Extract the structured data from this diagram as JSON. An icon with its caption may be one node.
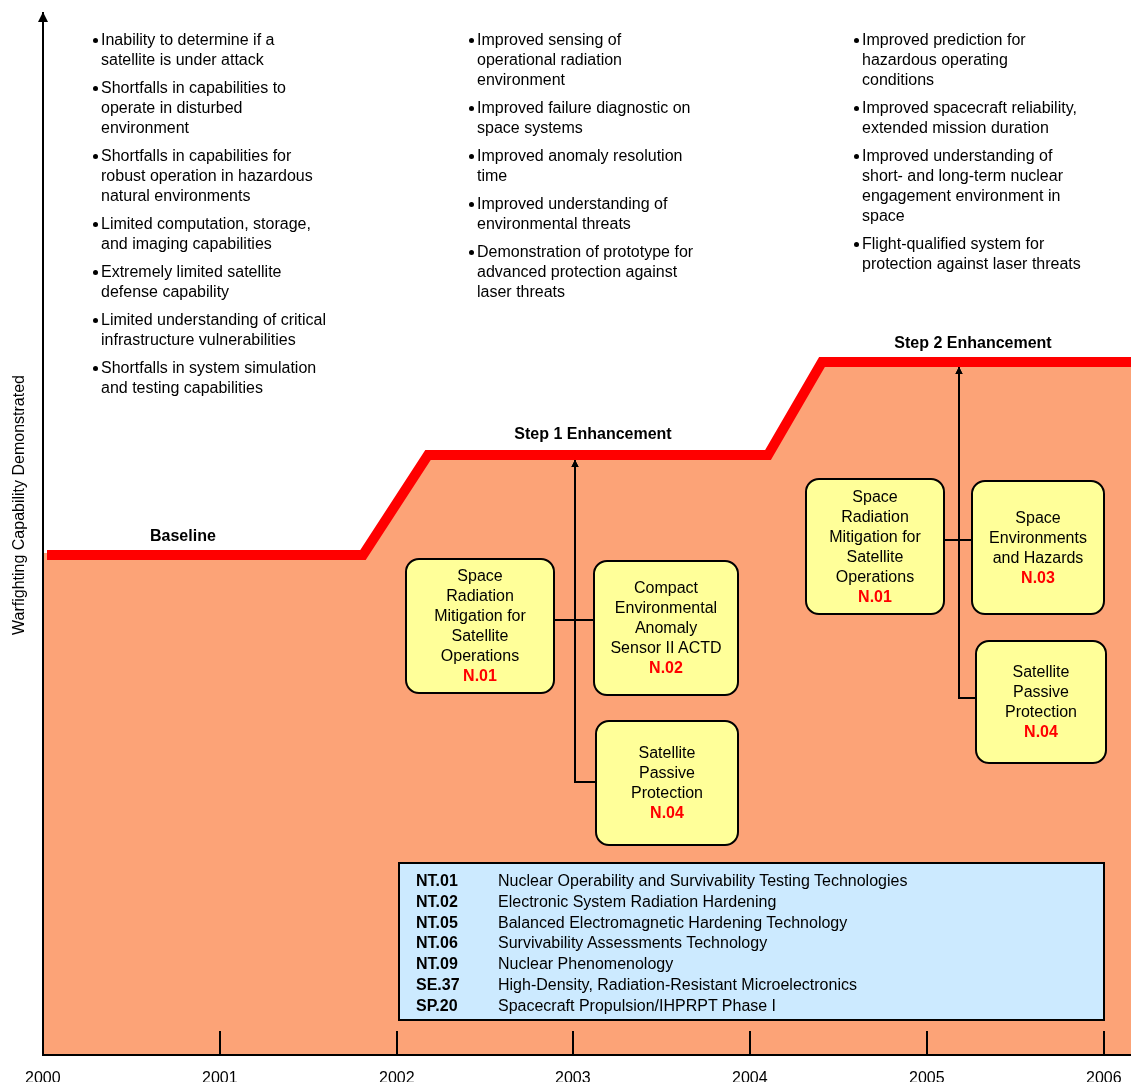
{
  "diagram": {
    "nodes": [
      {
        "text": [
          "Step 1 Enhancement"
        ]
      },
      {
        "text": [
          "Space Radiation Mitigation for Satellite Operations",
          "N.01"
        ]
      },
      {
        "text": [
          "Compact Environmental Anomaly Sensor II ACTD",
          "N.02"
        ]
      },
      {
        "text": [
          "Satellite Passive Protection",
          "N.04"
        ]
      },
      {
        "text": [
          "Step 2 Enhancement"
        ]
      },
      {
        "text": [
          "Space Radiation Mitigation for Satellite Operations",
          "N.01"
        ]
      },
      {
        "text": [
          "Space Environments and Hazards",
          "N.03"
        ]
      },
      {
        "text": [
          "Satellite Passive Protection",
          "N.04"
        ]
      },
      {
        "text": [
          "NT.01",
          "Nuclear Operability and Survivability Testing Technologies",
          "NT.02",
          "Electronic System Radiation Hardening",
          "NT.05",
          "Balanced Electromagnetic Hardening Technology",
          "NT.06",
          "Survivability Assessments Technology",
          "NT.09",
          "Nuclear Phenomenology",
          "SE.37",
          "High-Density, Radiation-Resistant Microelectronics",
          "SP.20",
          "Spacecraft Propulsion/IHPRPT Phase I"
        ]
      }
    ],
    "edges": [
      {
        "from": 1,
        "to": 0,
        "arrow": "to"
      },
      {
        "from": 2,
        "to": 0,
        "arrow": "to"
      },
      {
        "from": 3,
        "to": 0,
        "arrow": "to"
      },
      {
        "from": 5,
        "to": 4,
        "arrow": "to"
      },
      {
        "from": 6,
        "to": 4,
        "arrow": "to"
      },
      {
        "from": 7,
        "to": 4,
        "arrow": "to"
      }
    ],
    "labels": [
      "Inability to determine if a satellite is under attack",
      "Shortfalls in capabilities to operate in disturbed environment",
      "Shortfalls in capabilities for robust operation in hazardous natural environments",
      "Limited computation, storage, and imaging capabilities",
      "Extremely limited satellite defense capability",
      "Limited understanding of critical infrastructure vulnerabilities",
      "Shortfalls in system simulation and testing capabilities",
      "Improved sensing of operational radiation environment",
      "Improved failure diagnostic on space systems",
      "Improved anomaly resolution time",
      "Improved understanding of environmental threats",
      "Demonstration of prototype for advanced protection against laser threats",
      "Improved prediction for hazardous operating conditions",
      "Improved spacecraft reliability, extended mission duration",
      "Improved understanding of short- and long-term nuclear engagement environment in space",
      "Flight-qualified system for protection against laser threats",
      "Baseline",
      "Warfighting Capability Demonstrated",
      "2000",
      "2001",
      "2002",
      "2003",
      "2004",
      "2005",
      "2006"
    ]
  }
}
